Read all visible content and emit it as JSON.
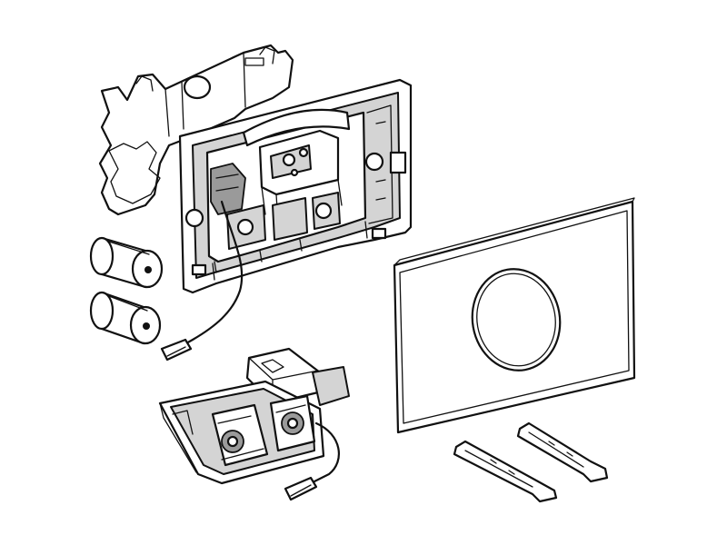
{
  "diagram": {
    "components": [
      {
        "id": "mounting-frame",
        "icon": "mounting-frame-icon"
      },
      {
        "id": "protective-cover",
        "icon": "protective-cover-icon"
      },
      {
        "id": "battery-top",
        "icon": "battery-icon"
      },
      {
        "id": "battery-bottom",
        "icon": "battery-icon"
      },
      {
        "id": "power-cable",
        "icon": "cable-icon"
      },
      {
        "id": "cover-plate",
        "icon": "cover-plate-icon"
      },
      {
        "id": "sensor-ring",
        "icon": "sensor-ring-icon"
      },
      {
        "id": "valve-module",
        "icon": "valve-module-icon"
      },
      {
        "id": "pin-left",
        "icon": "actuator-pin-icon"
      },
      {
        "id": "pin-right",
        "icon": "actuator-pin-icon"
      }
    ],
    "colors": {
      "line": "#111111",
      "fill_light": "#d4d4d4",
      "fill_dark": "#9a9a9a",
      "background": "#ffffff"
    }
  }
}
